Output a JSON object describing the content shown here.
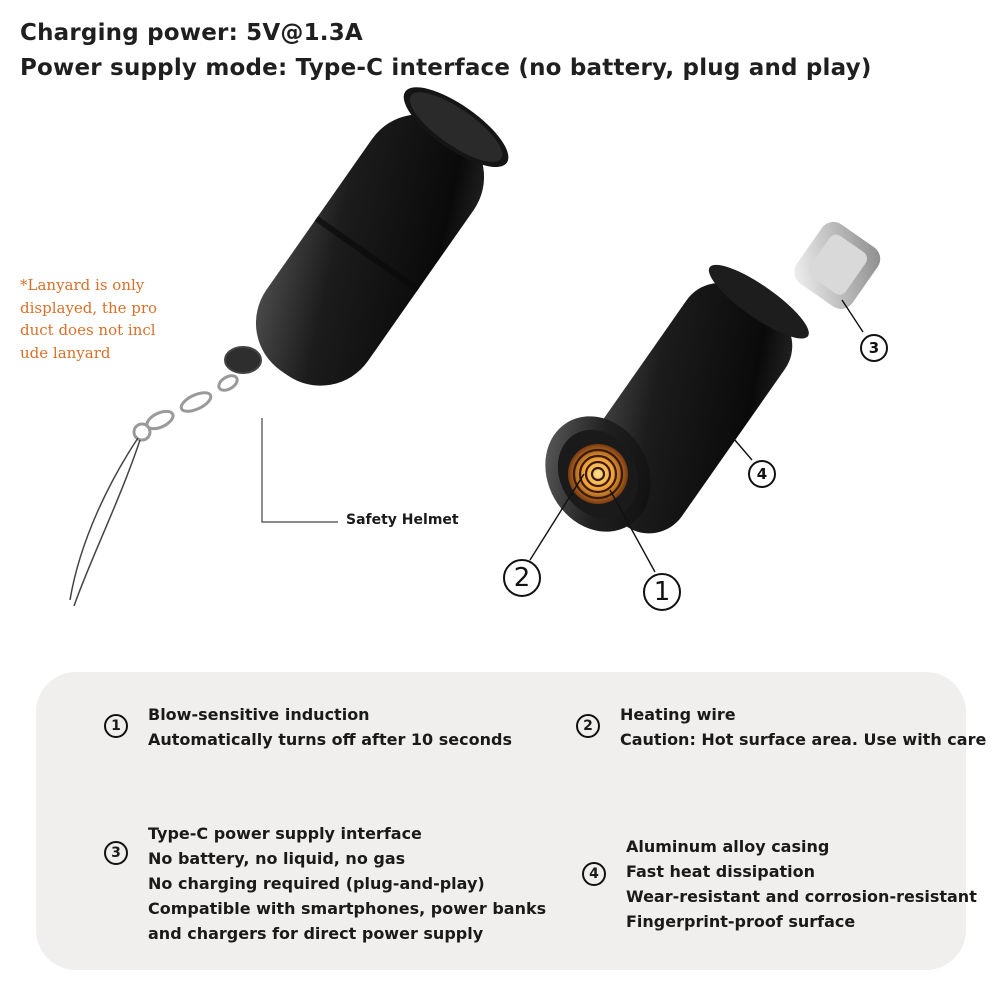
{
  "header": {
    "line1": "Charging power: 5V@1.3A",
    "line2": "Power supply mode: Type-C interface (no battery, plug and play)"
  },
  "note": {
    "lines": [
      "*Lanyard is only",
      "displayed, the pro",
      "duct does not incl",
      "ude lanyard"
    ]
  },
  "labels": {
    "safety_helmet": "Safety Helmet",
    "n1": "1",
    "n2": "2",
    "n3": "3",
    "n4": "4"
  },
  "features": [
    {
      "badge": "1",
      "lines": [
        "Blow-sensitive induction",
        "Automatically turns off after 10 seconds"
      ]
    },
    {
      "badge": "2",
      "lines": [
        "Heating wire",
        "Caution: Hot surface area. Use with care"
      ]
    },
    {
      "badge": "3",
      "lines": [
        "Type-C power supply interface",
        "No battery, no liquid, no gas",
        "No charging required (plug-and-play)",
        "Compatible with smartphones, power banks",
        "and chargers for direct power supply"
      ]
    },
    {
      "badge": "4",
      "lines": [
        "Aluminum alloy casing",
        "Fast heat dissipation",
        "Wear-resistant and corrosion-resistant",
        "Fingerprint-proof surface"
      ]
    }
  ],
  "colors": {
    "note": "#d9702a",
    "panel": "#f0efed",
    "coil": "#f0a23a"
  }
}
